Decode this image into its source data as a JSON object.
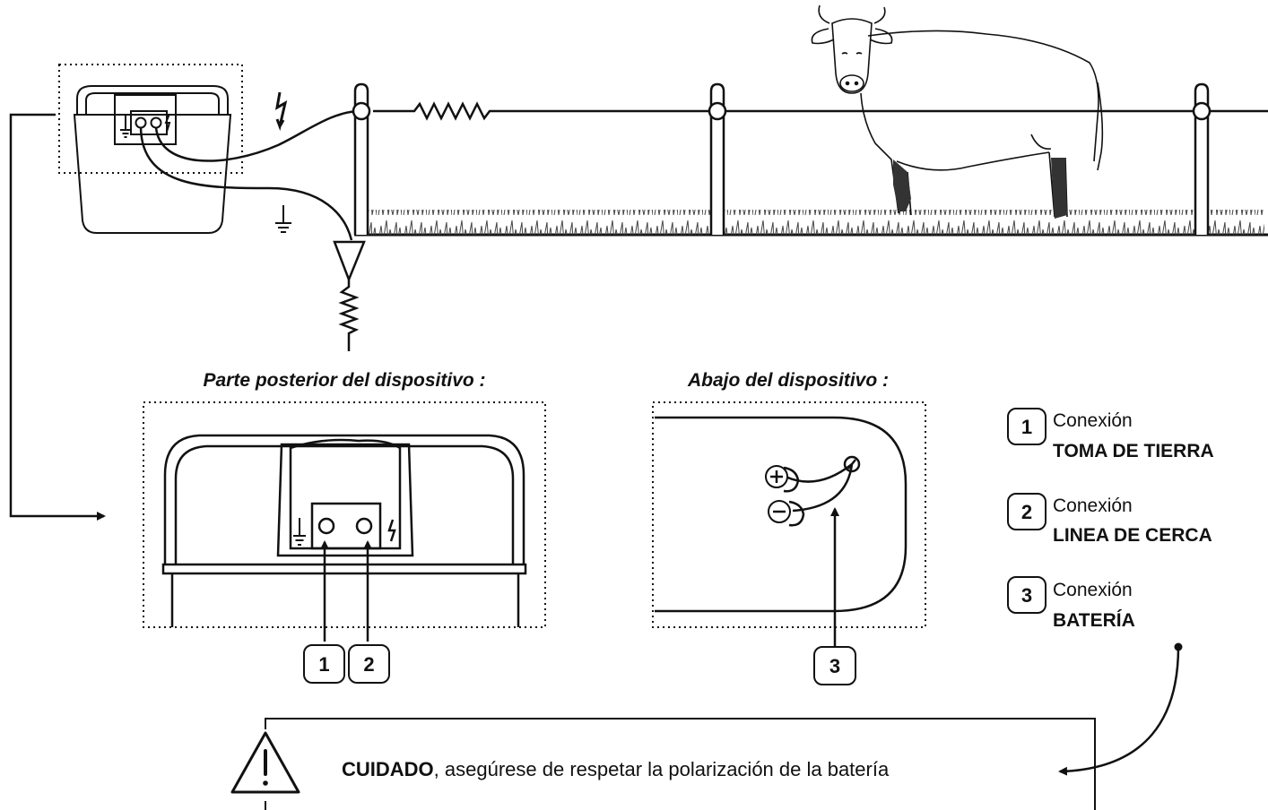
{
  "captions": {
    "back": "Parte posterior del dispositivo :",
    "bottom": "Abajo del dispositivo :"
  },
  "callouts": [
    "1",
    "2",
    "3"
  ],
  "legend": [
    {
      "num": "1",
      "line1": "Conexión",
      "line2": "TOMA DE TIERRA"
    },
    {
      "num": "2",
      "line1": "Conexión",
      "line2": "LINEA DE CERCA"
    },
    {
      "num": "3",
      "line1": "Conexión",
      "line2": "BATERÍA"
    }
  ],
  "warning": {
    "bold": "CUIDADO",
    "rest": ", asegúrese de respetar la polarización de la batería"
  },
  "icons": [
    "lightning-icon",
    "ground-icon",
    "warning-triangle-icon",
    "plus-icon",
    "minus-icon",
    "cow-icon",
    "grass-icon"
  ]
}
